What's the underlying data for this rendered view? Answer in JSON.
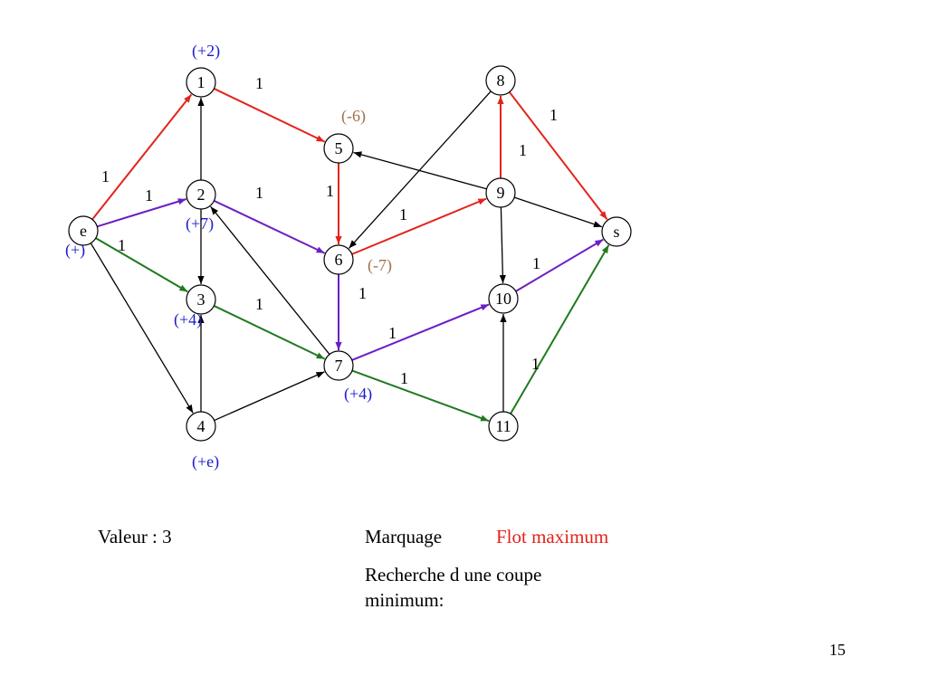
{
  "colors": {
    "red": "#e3231b",
    "purple": "#6a1fc2",
    "green": "#1f7a1f",
    "black": "#000000",
    "blue_mark": "#1a1acc",
    "brown_mark": "#a0704a",
    "flot_max": "#e3231b"
  },
  "nodes": [
    {
      "id": "e",
      "label": "e"
    },
    {
      "id": "1",
      "label": "1"
    },
    {
      "id": "2",
      "label": "2"
    },
    {
      "id": "3",
      "label": "3"
    },
    {
      "id": "4",
      "label": "4"
    },
    {
      "id": "5",
      "label": "5"
    },
    {
      "id": "6",
      "label": "6"
    },
    {
      "id": "7",
      "label": "7"
    },
    {
      "id": "8",
      "label": "8"
    },
    {
      "id": "9",
      "label": "9"
    },
    {
      "id": "10",
      "label": "10"
    },
    {
      "id": "11",
      "label": "11"
    },
    {
      "id": "s",
      "label": "s"
    }
  ],
  "edges": [
    {
      "from": "e",
      "to": "1",
      "color": "red",
      "label": "1"
    },
    {
      "from": "e",
      "to": "2",
      "color": "purple",
      "label": "1"
    },
    {
      "from": "e",
      "to": "3",
      "color": "green",
      "label": "1"
    },
    {
      "from": "e",
      "to": "4",
      "color": "black",
      "label": ""
    },
    {
      "from": "2",
      "to": "1",
      "color": "black",
      "label": ""
    },
    {
      "from": "2",
      "to": "3",
      "color": "black",
      "label": ""
    },
    {
      "from": "4",
      "to": "3",
      "color": "black",
      "label": ""
    },
    {
      "from": "1",
      "to": "5",
      "color": "red",
      "label": "1"
    },
    {
      "from": "2",
      "to": "6",
      "color": "purple",
      "label": "1"
    },
    {
      "from": "3",
      "to": "7",
      "color": "green",
      "label": "1"
    },
    {
      "from": "7",
      "to": "2",
      "color": "black",
      "label": ""
    },
    {
      "from": "4",
      "to": "7",
      "color": "black",
      "label": ""
    },
    {
      "from": "5",
      "to": "6",
      "color": "red",
      "label": "1"
    },
    {
      "from": "6",
      "to": "7",
      "color": "purple",
      "label": "1"
    },
    {
      "from": "6",
      "to": "9",
      "color": "red",
      "label": "1"
    },
    {
      "from": "9",
      "to": "5",
      "color": "black",
      "label": ""
    },
    {
      "from": "8",
      "to": "6",
      "color": "black",
      "label": ""
    },
    {
      "from": "9",
      "to": "8",
      "color": "red",
      "label": "1"
    },
    {
      "from": "8",
      "to": "s",
      "color": "red",
      "label": "1"
    },
    {
      "from": "9",
      "to": "s",
      "color": "black",
      "label": ""
    },
    {
      "from": "9",
      "to": "10",
      "color": "black",
      "label": ""
    },
    {
      "from": "7",
      "to": "10",
      "color": "purple",
      "label": "1"
    },
    {
      "from": "7",
      "to": "11",
      "color": "green",
      "label": "1"
    },
    {
      "from": "11",
      "to": "10",
      "color": "black",
      "label": ""
    },
    {
      "from": "10",
      "to": "s",
      "color": "purple",
      "label": "1"
    },
    {
      "from": "11",
      "to": "s",
      "color": "green",
      "label": "1"
    }
  ],
  "marks": [
    {
      "node": "1",
      "text": "(+2)",
      "color": "blue_mark"
    },
    {
      "node": "2",
      "text": "(+7)",
      "color": "blue_mark"
    },
    {
      "node": "e",
      "text": "(+)",
      "color": "blue_mark"
    },
    {
      "node": "3",
      "text": "(+4)",
      "color": "blue_mark"
    },
    {
      "node": "4",
      "text": "(+e)",
      "color": "blue_mark"
    },
    {
      "node": "7",
      "text": "(+4)",
      "color": "blue_mark"
    },
    {
      "node": "5",
      "text": "(-6)",
      "color": "brown_mark"
    },
    {
      "node": "6",
      "text": "(-7)",
      "color": "brown_mark"
    }
  ],
  "footer": {
    "valeur": "Valeur : 3",
    "marquage": "Marquage",
    "flot_maximum": "Flot maximum",
    "recherche_line1": "Recherche d une coupe",
    "recherche_line2": "minimum:",
    "page_number": "15"
  }
}
